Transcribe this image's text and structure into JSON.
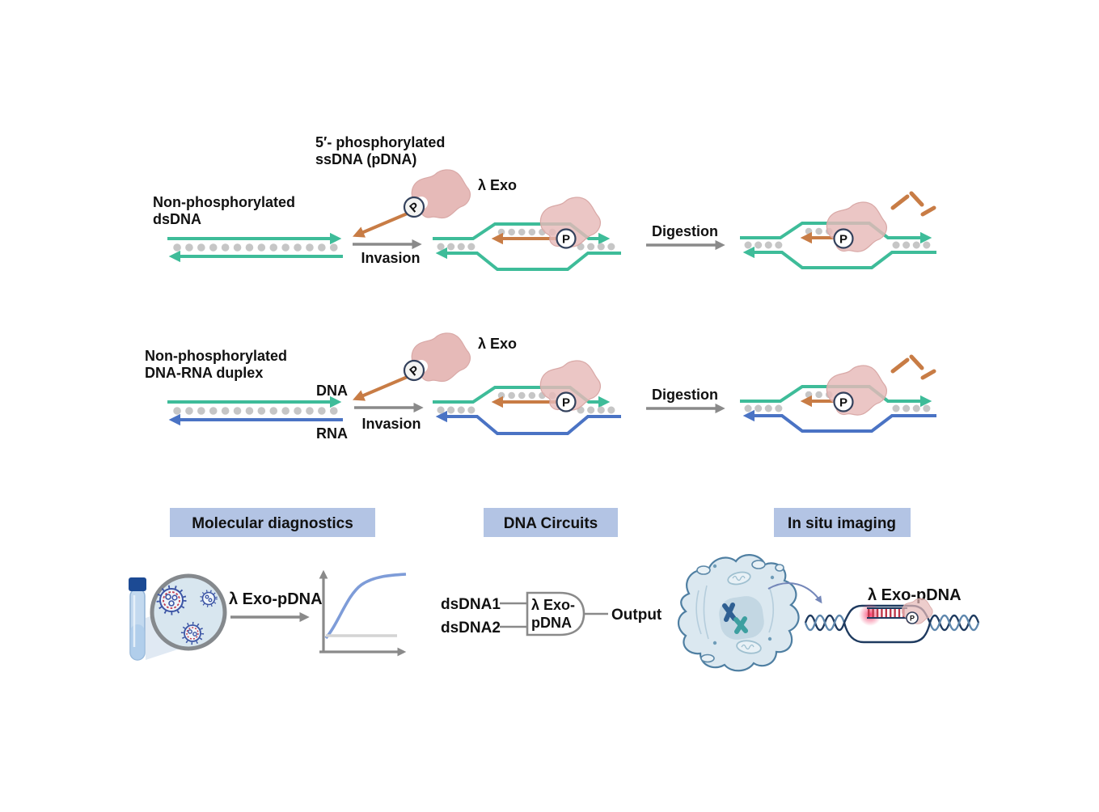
{
  "p_label": "P",
  "colors": {
    "strand_green": "#3ebc99",
    "rna_blue": "#4a73c4",
    "pdna_orange": "#c87c45",
    "enzyme_pink": "#e6bab8",
    "dot_gray": "#c6c6c6",
    "arrow_gray": "#8a8a8a",
    "header_bg": "#b3c4e4",
    "helix_navy": "#1e3a5f",
    "fluor_red": "#ff2e63"
  },
  "row1": {
    "pdna_label_1": "5′- phosphorylated",
    "pdna_label_2": "ssDNA (pDNA)",
    "substrate_1": "Non-phosphorylated",
    "substrate_2": "dsDNA",
    "enzyme": "λ Exo",
    "invasion": "Invasion",
    "digestion": "Digestion"
  },
  "row2": {
    "substrate_1": "Non-phosphorylated",
    "substrate_2": "DNA-RNA duplex",
    "dna": "DNA",
    "rna": "RNA",
    "enzyme": "λ Exo",
    "invasion": "Invasion",
    "digestion": "Digestion"
  },
  "apps": {
    "diagnostics": {
      "header": "Molecular diagnostics",
      "reagent": "λ Exo-pDNA"
    },
    "circuits": {
      "header": "DNA Circuits",
      "input1": "dsDNA1",
      "input2": "dsDNA2",
      "gate_1": "λ Exo-",
      "gate_2": "pDNA",
      "output": "Output"
    },
    "imaging": {
      "header": "In situ imaging",
      "reagent": "λ Exo-pDNA"
    }
  }
}
